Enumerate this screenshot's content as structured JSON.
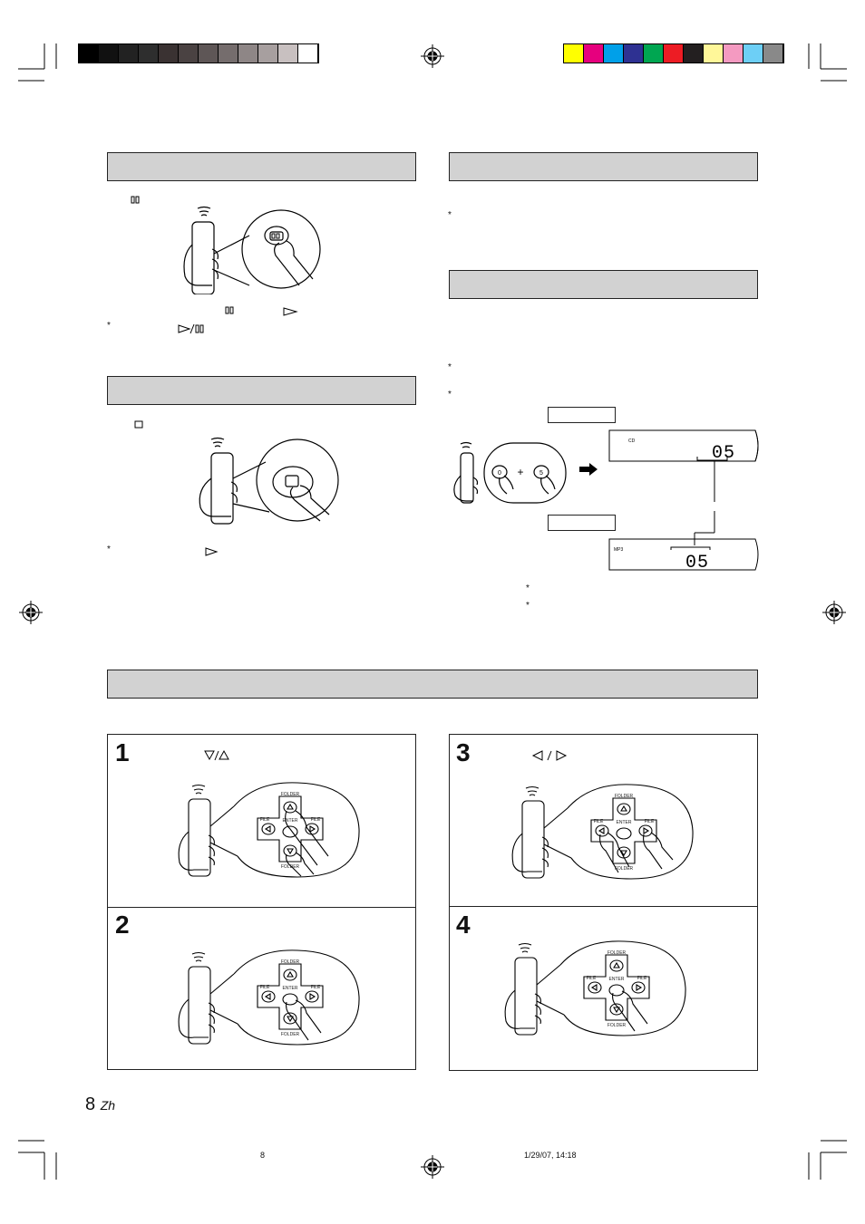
{
  "gray_bar": [
    "#000000",
    "#111111",
    "#222222",
    "#2e2e2e",
    "#3a3232",
    "#4a4242",
    "#5e5656",
    "#756d6d",
    "#8e8686",
    "#a79f9f",
    "#c8c0c0",
    "#ffffff"
  ],
  "color_bar": [
    "#ffff00",
    "#e6007e",
    "#00a0e9",
    "#2e3192",
    "#00a651",
    "#ed1c24",
    "#231f20",
    "#fff799",
    "#f49ac1",
    "#6dcff6",
    "#898989"
  ],
  "remote_labels": {
    "folder": "FOLDER",
    "file": "FILE",
    "enter": "ENTER",
    "digit_zero": "0",
    "digit_five": "5",
    "plus": "+"
  },
  "display": {
    "cd_label": "CD",
    "mp3_label": "MP3",
    "track_number": "05"
  },
  "steps": [
    "1",
    "2",
    "3",
    "4"
  ],
  "notes_marker": "*",
  "footer": {
    "page_number": "8",
    "lang": "Zh",
    "slug_page": "8",
    "slug_datetime": "1/29/07, 14:18"
  }
}
